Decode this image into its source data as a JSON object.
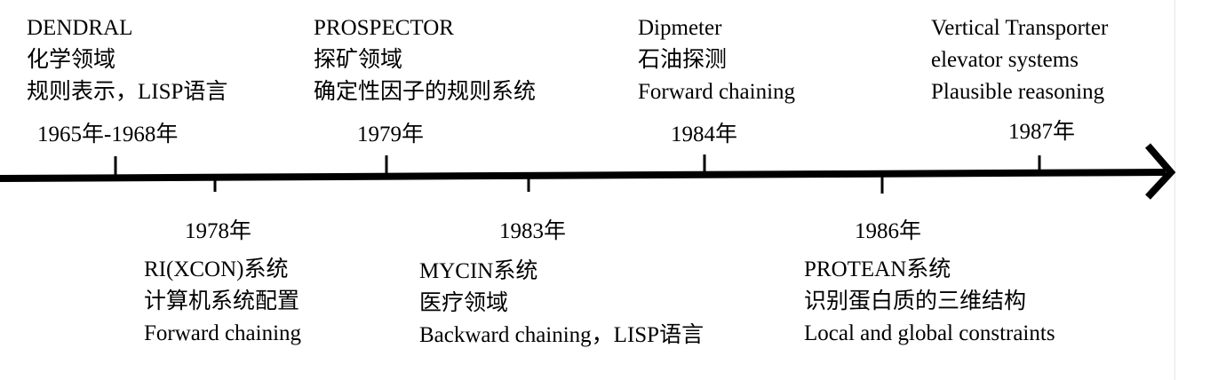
{
  "events": [
    {
      "year": "1965年-1968年",
      "lines": [
        "DENDRAL",
        "化学领域",
        "规则表示，LISP语言"
      ],
      "side": "above"
    },
    {
      "year": "1978年",
      "lines": [
        "RI(XCON)系统",
        "计算机系统配置",
        "Forward chaining"
      ],
      "side": "below"
    },
    {
      "year": "1979年",
      "lines": [
        "PROSPECTOR",
        "探矿领域",
        "确定性因子的规则系统"
      ],
      "side": "above"
    },
    {
      "year": "1983年",
      "lines": [
        "MYCIN系统",
        "医疗领域",
        "Backward chaining，LISP语言"
      ],
      "side": "below"
    },
    {
      "year": "1984年",
      "lines": [
        "Dipmeter",
        "石油探测",
        "Forward chaining"
      ],
      "side": "above"
    },
    {
      "year": "1986年",
      "lines": [
        "PROTEAN系统",
        "识别蛋白质的三维结构",
        "Local and global constraints"
      ],
      "side": "below"
    },
    {
      "year": "1987年",
      "lines": [
        "Vertical Transporter",
        "elevator systems",
        "Plausible reasoning"
      ],
      "side": "above"
    }
  ]
}
